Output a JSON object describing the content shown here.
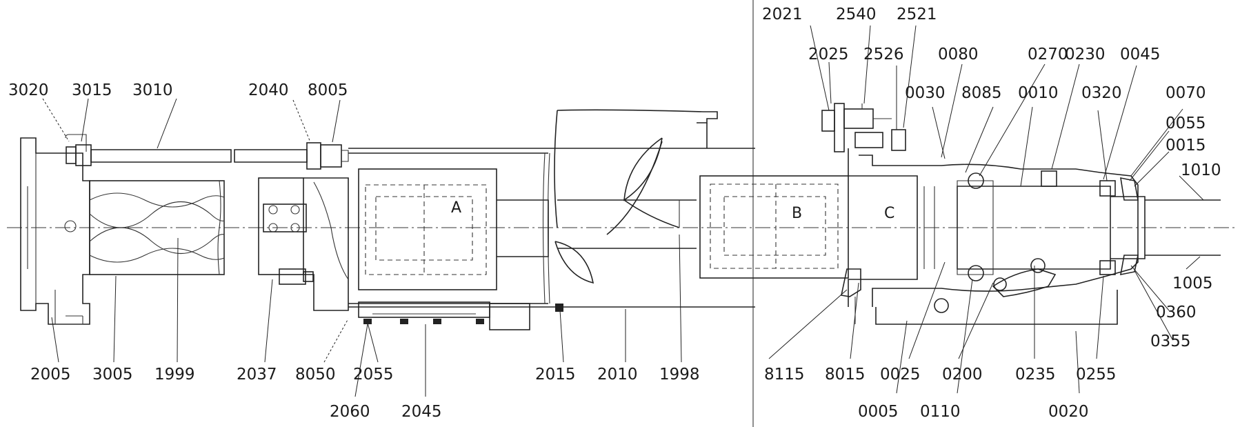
{
  "part_labels": [
    "3020",
    "3015",
    "3010",
    "2040",
    "8005",
    "2021",
    "2540",
    "2521",
    "2025",
    "2526",
    "0080",
    "0270",
    "0230",
    "0045",
    "0030",
    "8085",
    "0010",
    "0320",
    "0070",
    "0055",
    "0015",
    "1010",
    "1005",
    "0360",
    "0355",
    "2005",
    "3005",
    "1999",
    "2037",
    "8050",
    "2055",
    "2060",
    "2045",
    "2015",
    "2010",
    "1998",
    "8115",
    "8015",
    "0025",
    "0200",
    "0235",
    "0255",
    "0005",
    "0110",
    "0020"
  ],
  "section_labels": [
    "A",
    "B",
    "C"
  ],
  "colors": {
    "ink": "#1a1a1a",
    "paper": "#ffffff"
  }
}
